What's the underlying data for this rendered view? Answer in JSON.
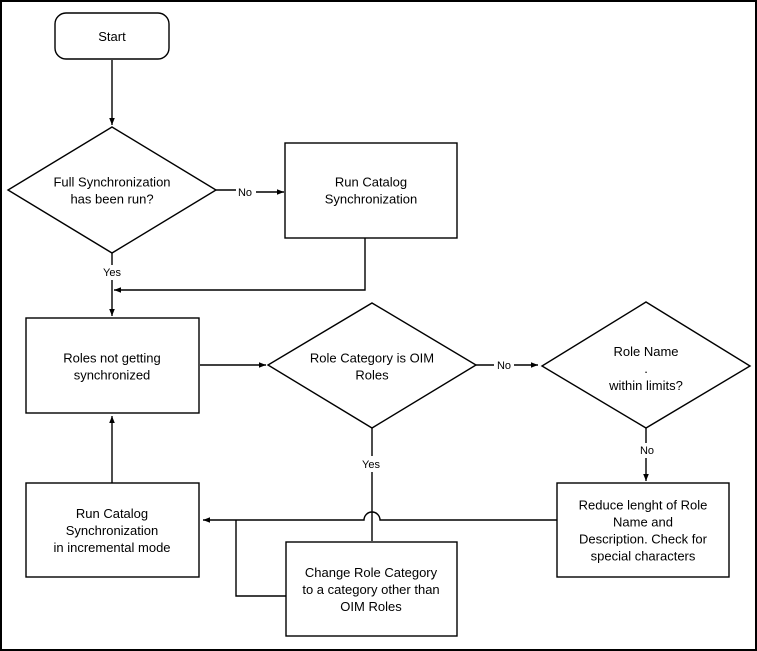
{
  "nodes": {
    "start": [
      "Start"
    ],
    "full_sync_check": [
      "Full Synchronization",
      "has been run?"
    ],
    "run_catalog_sync": [
      "Run Catalog",
      "Synchronization"
    ],
    "roles_not_synced": [
      "Roles not getting",
      "synchronized"
    ],
    "role_category_check": [
      "Role Category is OIM",
      "Roles"
    ],
    "role_name_check": [
      "Role Name",
      ".",
      "within limits?"
    ],
    "run_incremental": [
      "Run Catalog",
      "Synchronization",
      "in incremental mode"
    ],
    "change_category": [
      "Change Role Category",
      "to a category other than",
      "OIM Roles"
    ],
    "reduce_length": [
      "Reduce lenght of Role",
      "Name and",
      "Description. Check for",
      "special characters"
    ]
  },
  "edge_labels": {
    "full_sync_no": "No",
    "full_sync_yes": "Yes",
    "role_category_no": "No",
    "role_category_yes": "Yes",
    "role_name_no": "No"
  }
}
